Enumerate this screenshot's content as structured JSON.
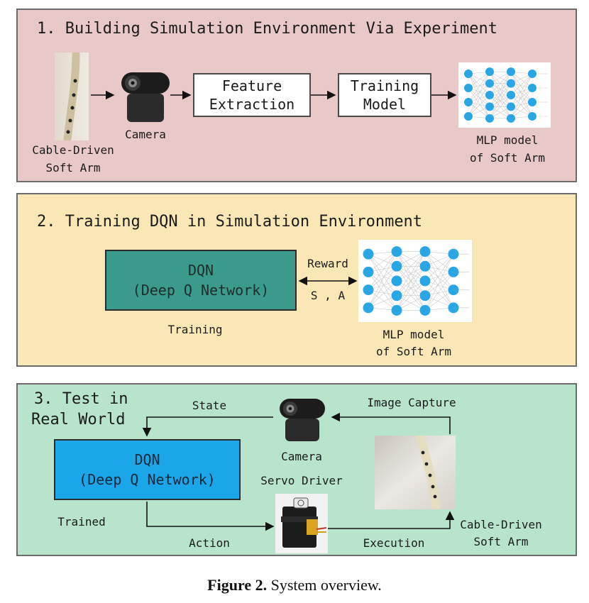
{
  "panel1": {
    "title": "1. Building Simulation Environment Via Experiment",
    "arm_label_1": "Cable-Driven",
    "arm_label_2": "Soft Arm",
    "camera_label": "Camera",
    "feature_1": "Feature",
    "feature_2": "Extraction",
    "training_1": "Training",
    "training_2": "Model",
    "mlp_label_1": "MLP model",
    "mlp_label_2": "of Soft Arm"
  },
  "panel2": {
    "title": "2. Training DQN in Simulation Environment",
    "dqn_1": "DQN",
    "dqn_2": "(Deep Q Network)",
    "training_label": "Training",
    "reward_label": "Reward",
    "sa_label": "S , A",
    "mlp_label_1": "MLP model",
    "mlp_label_2": "of Soft Arm"
  },
  "panel3": {
    "title_1": "3. Test in",
    "title_2": "Real World",
    "state_label": "State",
    "image_capture_label": "Image Capture",
    "camera_label": "Camera",
    "servo_label": "Servo Driver",
    "dqn_1": "DQN",
    "dqn_2": "(Deep Q Network)",
    "trained_label": "Trained",
    "action_label": "Action",
    "execution_label": "Execution",
    "arm_label_1": "Cable-Driven",
    "arm_label_2": "Soft Arm"
  },
  "caption": {
    "label": "Figure 2.",
    "text": "System overview."
  },
  "colors": {
    "panel1_bg": "#e9c9c7",
    "panel2_bg": "#f9e8b6",
    "panel3_bg": "#b9e4cc",
    "dqn_sim": "#3a9a8c",
    "dqn_real": "#1ba6e9",
    "neuron": "#29a6e3"
  },
  "icons": [
    "soft-arm-photo",
    "webcam-icon",
    "neural-network-icon",
    "servo-motor-icon"
  ]
}
